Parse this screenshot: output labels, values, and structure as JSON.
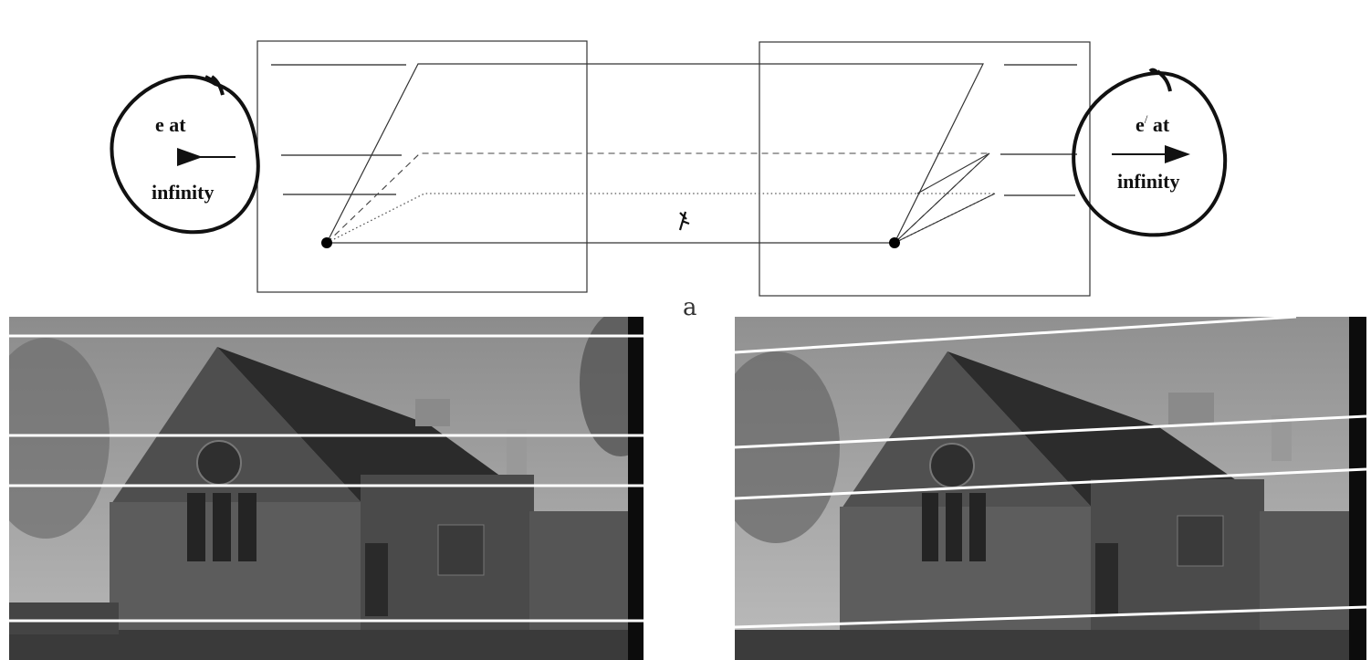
{
  "diagram": {
    "left_label_top": "e at",
    "left_label_bottom": "infinity",
    "right_label_top_base": "e",
    "right_label_prime": "/",
    "right_label_top_suffix": " at",
    "right_label_bottom": "infinity",
    "panel_label": "a"
  },
  "photos": {
    "left_desc": "church-photo-left",
    "right_desc": "church-photo-right",
    "colors": {
      "line": "#ffffff",
      "sky": "#b9b9b9",
      "roof": "#2a2a2a",
      "wall": "#5a5a5a",
      "ground": "#3a3a3a"
    }
  }
}
